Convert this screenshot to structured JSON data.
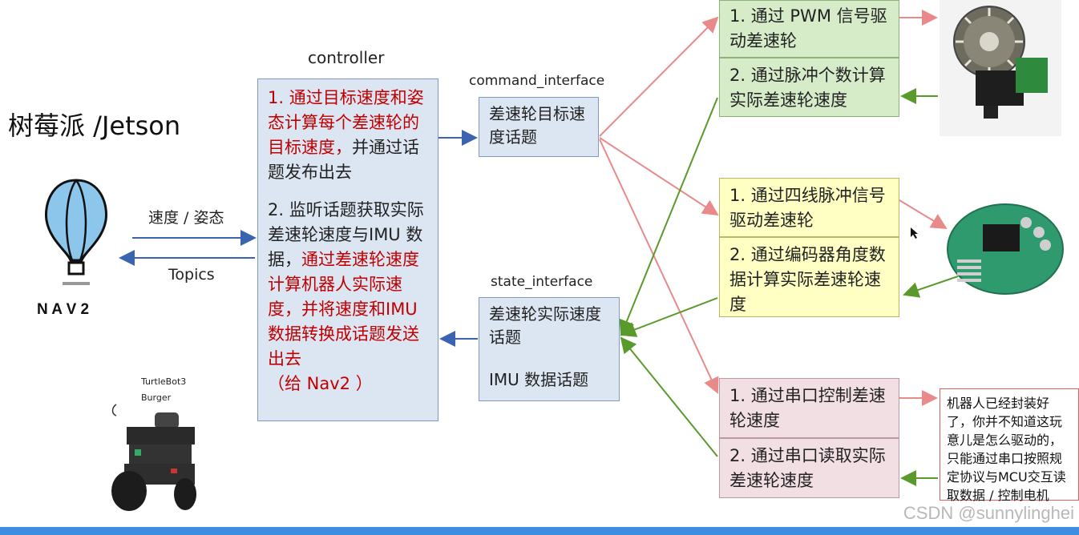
{
  "left": {
    "device_title": "树莓派 /Jetson",
    "nav2_label": "N A V 2",
    "arrow_to_controller": "速度 / 姿态",
    "arrow_to_nav2": "Topics",
    "turtlebot_line1": "TurtleBot3",
    "turtlebot_line2": "Burger"
  },
  "controller": {
    "title": "controller",
    "p1_red": "1. 通过目标速度和姿态计算每个差速轮的目标速度，",
    "p1_black": "并通过话题发布出去",
    "p2_black": "2. 监听话题获取实际差速轮速度与IMU 数据，",
    "p2_red": "通过差速轮速度计算机器人实际速度，并将速度和IMU 数据转换成话题发送出去",
    "p2_tail": "（给 Nav2 ）"
  },
  "command_interface": {
    "title": "command_interface",
    "text": "差速轮目标速度话题"
  },
  "state_interface": {
    "title": "state_interface",
    "text1": "差速轮实际速度话题",
    "text2": "IMU 数据话题"
  },
  "boxes": {
    "green1": "1. 通过 PWM 信号驱动差速轮",
    "green2": "2. 通过脉冲个数计算实际差速轮速度",
    "yellow1": "1. 通过四线脉冲信号驱动差速轮",
    "yellow2": "2. 通过编码器角度数据计算实际差速轮速度",
    "pink1": "1. 通过串口控制差速轮速度",
    "pink2": "2. 通过串口读取实际差速轮速度"
  },
  "note": "机器人已经封装好了，你并不知道这玩意儿是怎么驱动的，只能通过串口按照规定协议与MCU交互读取数据 / 控制电机",
  "watermark": "CSDN @sunnylinghei",
  "colors": {
    "blue_arrow": "#3a64b0",
    "red_arrow": "#e88a8a",
    "green_arrow": "#5a9a2c",
    "blue_fill": "#dce6f2",
    "green_fill": "#d6ecc9",
    "yellow_fill": "#ffffc4",
    "pink_fill": "#f2dfe4"
  }
}
